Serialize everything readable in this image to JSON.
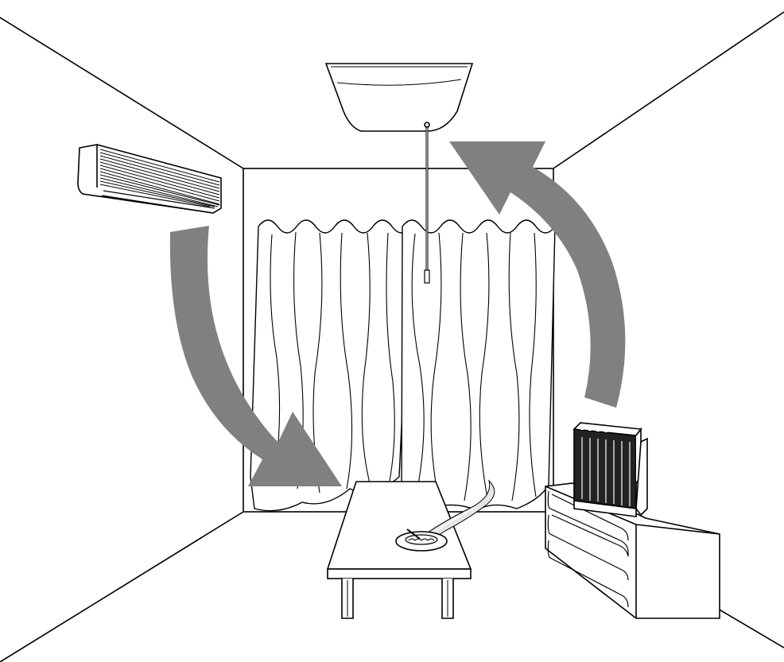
{
  "colors": {
    "background": "#ffffff",
    "line": "#000000",
    "airflow_arrow": "#808080",
    "unit_slats": "#222222",
    "smoke": "#e6e6e6"
  },
  "elements": [
    {
      "name": "room-walls",
      "icon": "room-perspective-lines"
    },
    {
      "name": "air-conditioner-unit",
      "icon": "wall-air-conditioner-icon"
    },
    {
      "name": "ceiling-light",
      "icon": "ceiling-lamp-icon"
    },
    {
      "name": "curtains",
      "icon": "window-curtain-icon"
    },
    {
      "name": "airflow-arrow-down",
      "icon": "curved-arrow-down-icon"
    },
    {
      "name": "airflow-arrow-up",
      "icon": "curved-arrow-up-icon"
    },
    {
      "name": "low-table",
      "icon": "table-icon"
    },
    {
      "name": "ashtray-with-smoke",
      "icon": "ashtray-smoke-icon"
    },
    {
      "name": "chest-of-drawers",
      "icon": "dresser-icon"
    },
    {
      "name": "air-purifier",
      "icon": "air-purifier-icon"
    }
  ]
}
